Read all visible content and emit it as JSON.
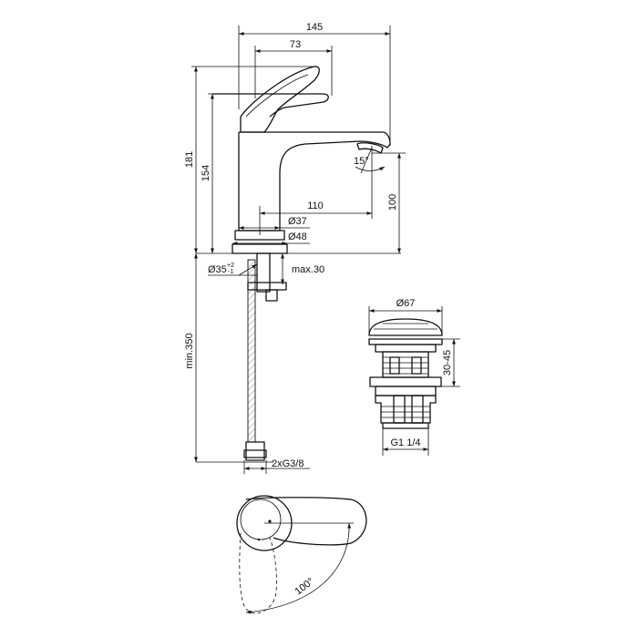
{
  "tap_front": {
    "overall_width": "145",
    "handle_offset": "73",
    "total_height": "181",
    "body_height": "154",
    "spout_height": "100",
    "spout_reach": "110",
    "spout_angle": "15°",
    "body_diameter": "Ø37",
    "base_diameter": "Ø48",
    "hole_diameter": "Ø35",
    "hole_tol_upper": "+2",
    "hole_tol_lower": "-1",
    "max_deck": "max.30",
    "hose_length": "min.350",
    "hose_connection": "2xG3/8"
  },
  "waste": {
    "cap_diameter": "Ø67",
    "height_range": "30-45",
    "thread": "G1 1/4"
  },
  "top_view": {
    "rotation": "100°"
  }
}
